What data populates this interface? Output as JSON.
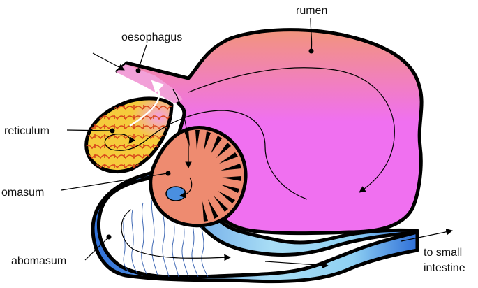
{
  "labels": {
    "rumen": "rumen",
    "oesophagus": "oesophagus",
    "reticulum": "reticulum",
    "omasum": "omasum",
    "abomasum": "abomasum",
    "exit_line1": "to small",
    "exit_line2": "intestine"
  },
  "colors": {
    "rumen_top": "#F2947C",
    "rumen_bottom": "#F070F0",
    "reticulum": "#F5CB3C",
    "reticulum_pattern": "#D9481C",
    "omasum": "#EE8B70",
    "omasum_inner": "#4A8FE0",
    "abomasum_dark": "#2E6FD8",
    "abomasum_light": "#A8DDF5",
    "outline": "#000000"
  }
}
